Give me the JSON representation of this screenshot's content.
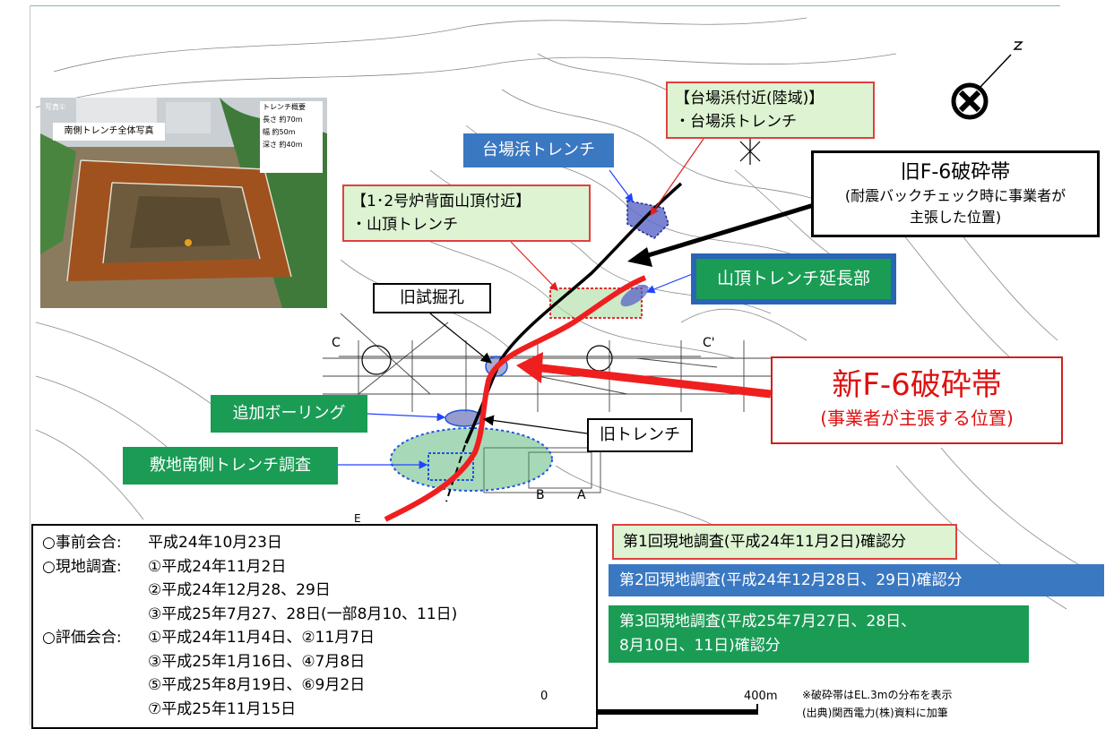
{
  "map": {
    "scale": {
      "start_label": "0",
      "end_label": "400m"
    },
    "compass": "north-arrow-icon",
    "section_letters": [
      "C",
      "C'",
      "B",
      "A",
      "E"
    ],
    "colors": {
      "red_fault": "#ef1f1f",
      "green_label": "#1a9c55",
      "blue_label": "#3a78c2",
      "callout_bg": "#ddf3d2"
    }
  },
  "photo": {
    "photo_no": "写真①",
    "caption": "南側トレンチ全体写真",
    "info": [
      "トレンチ概要",
      "長さ 約70m",
      "幅 約50m",
      "深さ 約40m"
    ]
  },
  "callouts": {
    "daiba_land": {
      "line1": "【台場浜付近(陸域)】",
      "line2": "・台場浜トレンチ"
    },
    "daiba_trench": "台場浜トレンチ",
    "old_f6": {
      "title": "旧F-6破砕帯",
      "line1": "(耐震バックチェック時に事業者が",
      "line2": "主張した位置)"
    },
    "sancho_land": {
      "line1": "【1･2号炉背面山頂付近】",
      "line2": "・山頂トレンチ"
    },
    "sancho_ext": "山頂トレンチ延長部",
    "old_bore": "旧試掘孔",
    "new_f6": {
      "title": "新F-6破砕帯",
      "sub": "(事業者が主張する位置)"
    },
    "add_bore": "追加ボーリング",
    "old_trench": "旧トレンチ",
    "south_trench": "敷地南側トレンチ調査"
  },
  "schedule": [
    {
      "label": "○事前会合:",
      "value": "平成24年10月23日"
    },
    {
      "label": "○現地調査:",
      "value": "①平成24年11月2日"
    },
    {
      "label": "",
      "value": "②平成24年12月28、29日"
    },
    {
      "label": "",
      "value": "③平成25年7月27、28日(一部8月10、11日)"
    },
    {
      "label": "○評価会合:",
      "value": "①平成24年11月4日、②11月7日"
    },
    {
      "label": "",
      "value": "③平成25年1月16日、④7月8日"
    },
    {
      "label": "",
      "value": "⑤平成25年8月19日、⑥9月2日"
    },
    {
      "label": "",
      "value": "⑦平成25年11月15日"
    }
  ],
  "legend": {
    "survey1": "第1回現地調査(平成24年11月2日)確認分",
    "survey2": "第2回現地調査(平成24年12月28日、29日)確認分",
    "survey3_line1": "第3回現地調査(平成25年7月27日、28日、",
    "survey3_line2": "8月10日、11日)確認分"
  },
  "notes": {
    "line1": "※破砕帯はEL.3mの分布を表示",
    "line2": "(出典)関西電力(株)資料に加筆"
  }
}
